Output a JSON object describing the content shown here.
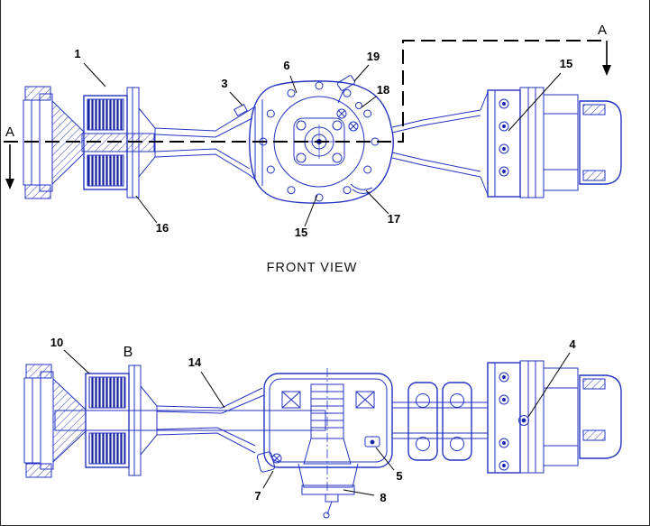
{
  "diagram": {
    "colors": {
      "line": "#2433c0",
      "dark": "#141f9e",
      "annotation": "#000000"
    },
    "front_view": {
      "caption": "FRONT VIEW",
      "arrow_labels": {
        "left": "A",
        "right": "A"
      },
      "callouts": [
        {
          "text": "1"
        },
        {
          "text": "3"
        },
        {
          "text": "6"
        },
        {
          "text": "19"
        },
        {
          "text": "18"
        },
        {
          "text": "15"
        },
        {
          "text": "16"
        },
        {
          "text": "15"
        },
        {
          "text": "17"
        }
      ]
    },
    "section_view": {
      "detail_label": "B",
      "callouts": [
        {
          "text": "10"
        },
        {
          "text": "14"
        },
        {
          "text": "4"
        },
        {
          "text": "5"
        },
        {
          "text": "7"
        },
        {
          "text": "8"
        }
      ]
    }
  }
}
